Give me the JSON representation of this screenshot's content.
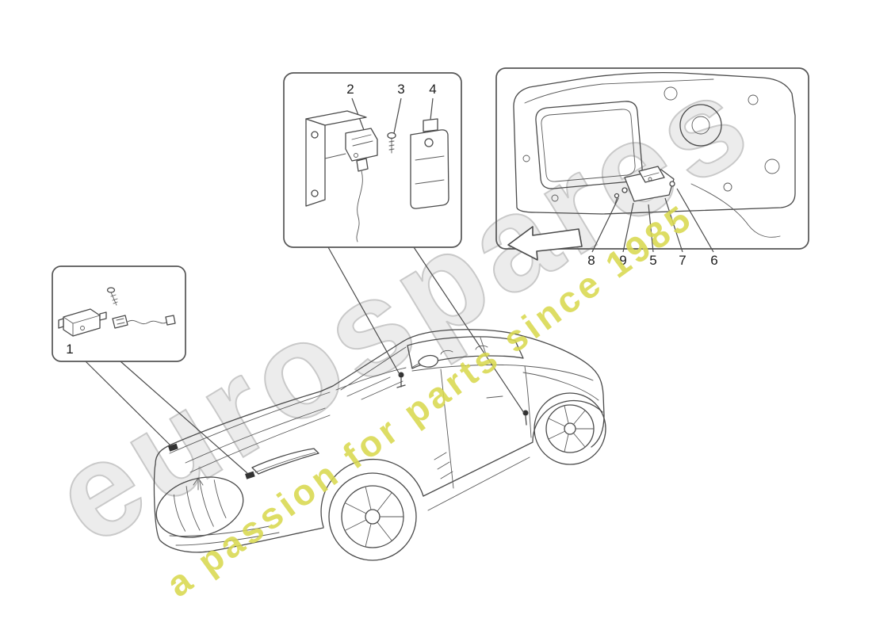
{
  "watermark": {
    "brand": "eurospares",
    "tagline": "a passion for parts since 1985"
  },
  "colors": {
    "watermark_brand": "#ececec",
    "watermark_tagline": "#d8d84f",
    "line_art": "#4a4a4a"
  },
  "callouts": {
    "left_box": {
      "labels": [
        "1"
      ]
    },
    "top_box": {
      "labels": [
        "2",
        "3",
        "4"
      ]
    },
    "right_box": {
      "labels": [
        "8",
        "9",
        "5",
        "7",
        "6"
      ]
    }
  }
}
